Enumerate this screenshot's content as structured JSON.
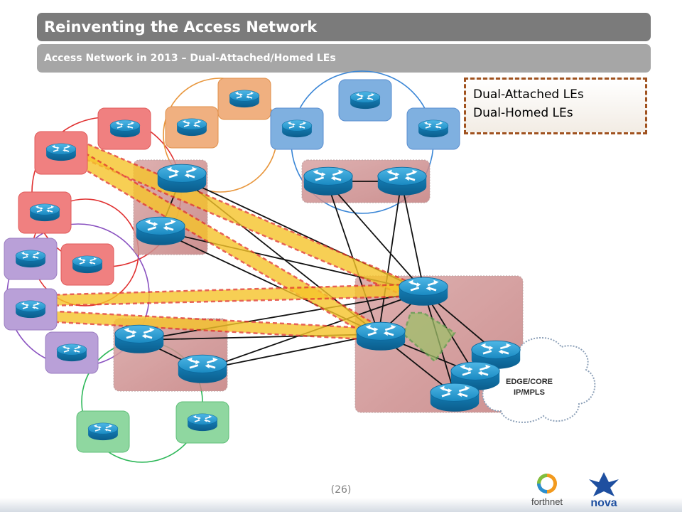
{
  "slide": {
    "title": "Reinventing the Access Network",
    "subtitle": "Access Network in 2013 – Dual-Attached/Homed  LEs",
    "page_number": "(26)"
  },
  "callout": {
    "line1": "Dual-Attached LEs",
    "line2": "Dual-Homed LEs"
  },
  "cloud": {
    "line1": "EDGE/CORE",
    "line2": "IP/MPLS"
  },
  "logos": {
    "forthnet": "forthnet",
    "nova": "nova"
  },
  "colors": {
    "title_bar": "#7b7b7b",
    "subtitle_bar": "#a6a6a6",
    "router": "#1c8fc8",
    "red_group": "#f08080",
    "orange_group": "#f0b080",
    "blue_group": "#7fb0e0",
    "purple_group": "#b9a0d8",
    "green_group": "#8fd7a0",
    "highlight": "#f6c42a",
    "callout_border": "#a0521f"
  }
}
